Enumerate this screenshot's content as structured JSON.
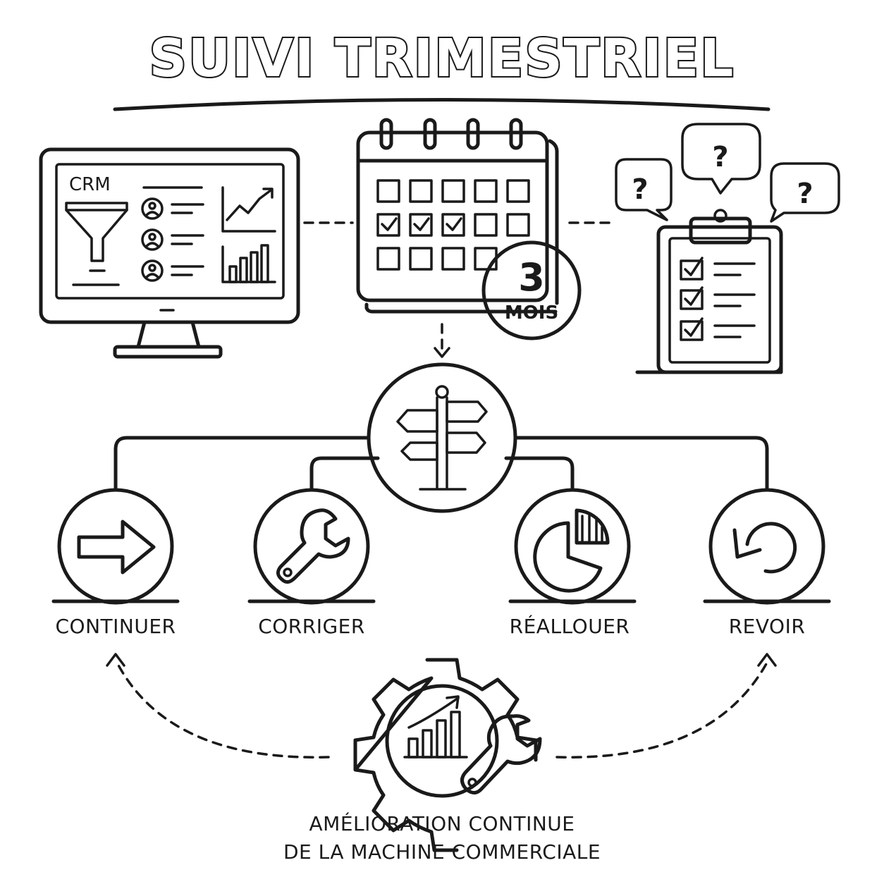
{
  "title": "SUIVI TRIMESTRIEL",
  "monitor": {
    "label": "CRM"
  },
  "calendar": {
    "number": "3",
    "unit": "MOIS"
  },
  "decision": {
    "icon": "signpost-icon"
  },
  "options": [
    {
      "label": "CONTINUER",
      "icon": "arrow-right-icon"
    },
    {
      "label": "CORRIGER",
      "icon": "wrench-icon"
    },
    {
      "label": "RÉALLOUER",
      "icon": "pie-chart-icon"
    },
    {
      "label": "REVOIR",
      "icon": "undo-icon"
    }
  ],
  "clipboard": {
    "bubbles": [
      "?",
      "?",
      "?"
    ]
  },
  "footer": {
    "line1": "AMÉLIORATION CONTINUE",
    "line2": "DE LA MACHINE COMMERCIALE"
  }
}
